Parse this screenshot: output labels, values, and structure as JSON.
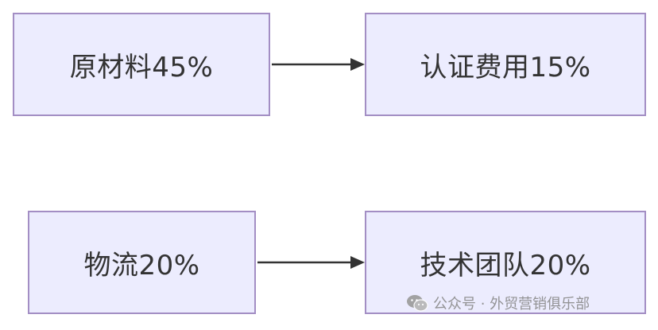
{
  "nodes": [
    {
      "id": "raw-materials",
      "label": "原材料45%"
    },
    {
      "id": "certification",
      "label": "认证费用15%"
    },
    {
      "id": "logistics",
      "label": "物流20%"
    },
    {
      "id": "tech-team",
      "label": "技术团队20%"
    }
  ],
  "edges": [
    {
      "from": "raw-materials",
      "to": "certification"
    },
    {
      "from": "logistics",
      "to": "tech-team"
    }
  ],
  "watermark": {
    "icon": "wechat-icon",
    "text": "公众号 · 外贸营销俱乐部"
  },
  "colors": {
    "node_fill": "#ececfe",
    "node_border": "#a38ec4",
    "edge": "#333333"
  }
}
